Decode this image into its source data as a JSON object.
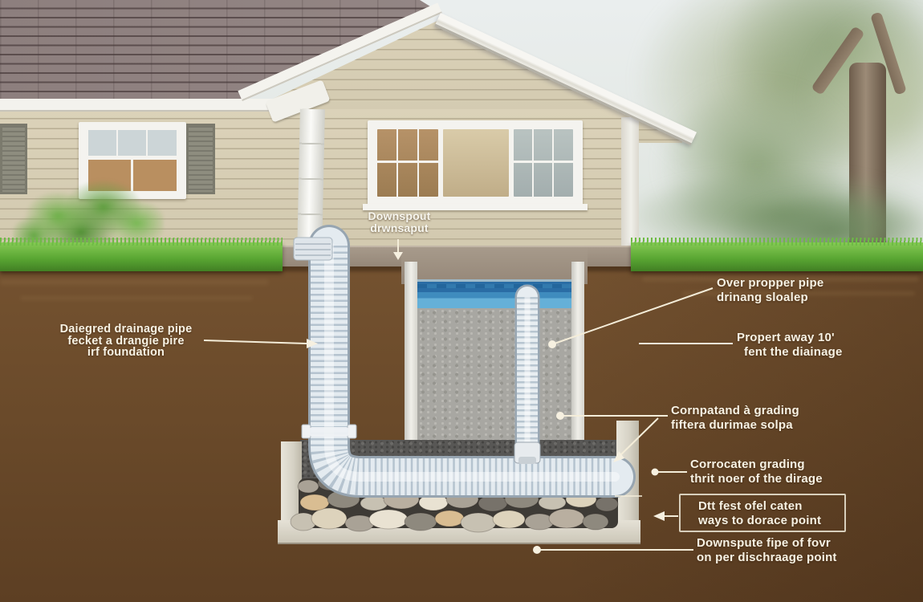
{
  "labels": {
    "downspout": {
      "lines": [
        "Downspout",
        "drwnsaput"
      ]
    },
    "left": {
      "lines": [
        "Daiegred drainage pipe",
        "fecket a drangie pire",
        "irf foundation"
      ]
    },
    "right": [
      {
        "lines": [
          "Over propper pipe",
          "drinang sloalep"
        ]
      },
      {
        "lines": [
          "Propert away 10'",
          "fent the diainage"
        ]
      },
      {
        "lines": [
          "Cornpatand à grading",
          "fiftera durimae solpa"
        ]
      },
      {
        "lines": [
          "Corrocaten grading",
          "thrit noer of the dirage"
        ]
      },
      {
        "lines": [
          "Dtt fest ofel caten",
          "ways to dorace point"
        ],
        "boxed": true
      },
      {
        "lines": [
          "Downspute fipe of fovr",
          "on per dischraage point"
        ]
      }
    ]
  },
  "colors": {
    "soil": "#6a4a2a",
    "grass": "#5aa733",
    "siding": "#dbd2b9",
    "roof": "#8d7f7e",
    "water_dark": "#2a6da5",
    "water_light": "#65b0d8",
    "pipe": "#e4ebf0",
    "concrete": "#d8d4c8",
    "gravel_dark": "#585755",
    "label_text": "#f7f2e4"
  }
}
